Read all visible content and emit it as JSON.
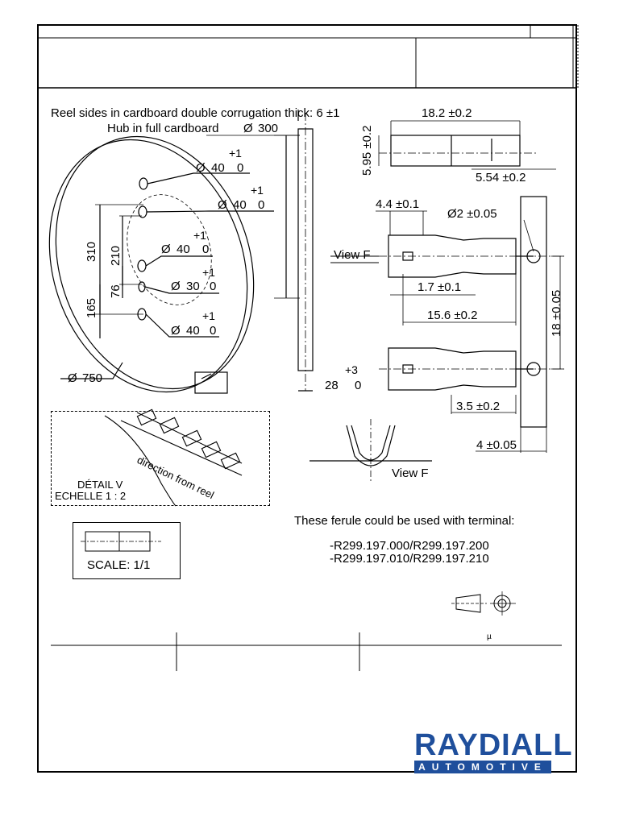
{
  "drawing": {
    "reel_note": "Reel sides in cardboard double corrugation thick: 6 ±1",
    "hub_note": "Hub in full cardboard",
    "hub_dia": "300",
    "reel_dia": "750",
    "dims_reel": {
      "d310": "310",
      "d210": "210",
      "d76": "76",
      "d165": "165",
      "hole1": "40",
      "hole2": "40",
      "hole3": "40",
      "hole4": "30",
      "hole5": "40",
      "plus1": "+1",
      "zero": "0"
    },
    "ferrule_dims": {
      "length": "18.2 ±0.2",
      "height": "5.95 ±0.2",
      "width": "5.54 ±0.2",
      "pitch_small": "4.4 ±0.1",
      "hole": "Ø2 ±0.05",
      "d17": "1.7 ±0.1",
      "d156": "15.6 ±0.2",
      "d18": "18 ±0.05",
      "d35": "3.5 ±0.2",
      "d4": "4 ±0.05",
      "d28": "28",
      "d28_tol_plus": "+3",
      "d28_tol_zero": "0"
    },
    "view_f_label": "View F",
    "view_f_label2": "View F",
    "detail_title": "DÉTAIL V",
    "detail_scale": "ECHELLE 1 : 2",
    "direction": "direction from reel",
    "scale_label": "SCALE: 1/1",
    "ferule_note": "These ferule could be used with terminal:",
    "terminal_1": "-R299.197.000/R299.197.200",
    "terminal_2": "-R299.197.010/R299.197.210",
    "mu": "µ",
    "dia_symbol": "Ø"
  },
  "logo": {
    "name": "RAYDIALL",
    "sub": "AUTOMOTIVE",
    "color": "#1f4f9c"
  }
}
